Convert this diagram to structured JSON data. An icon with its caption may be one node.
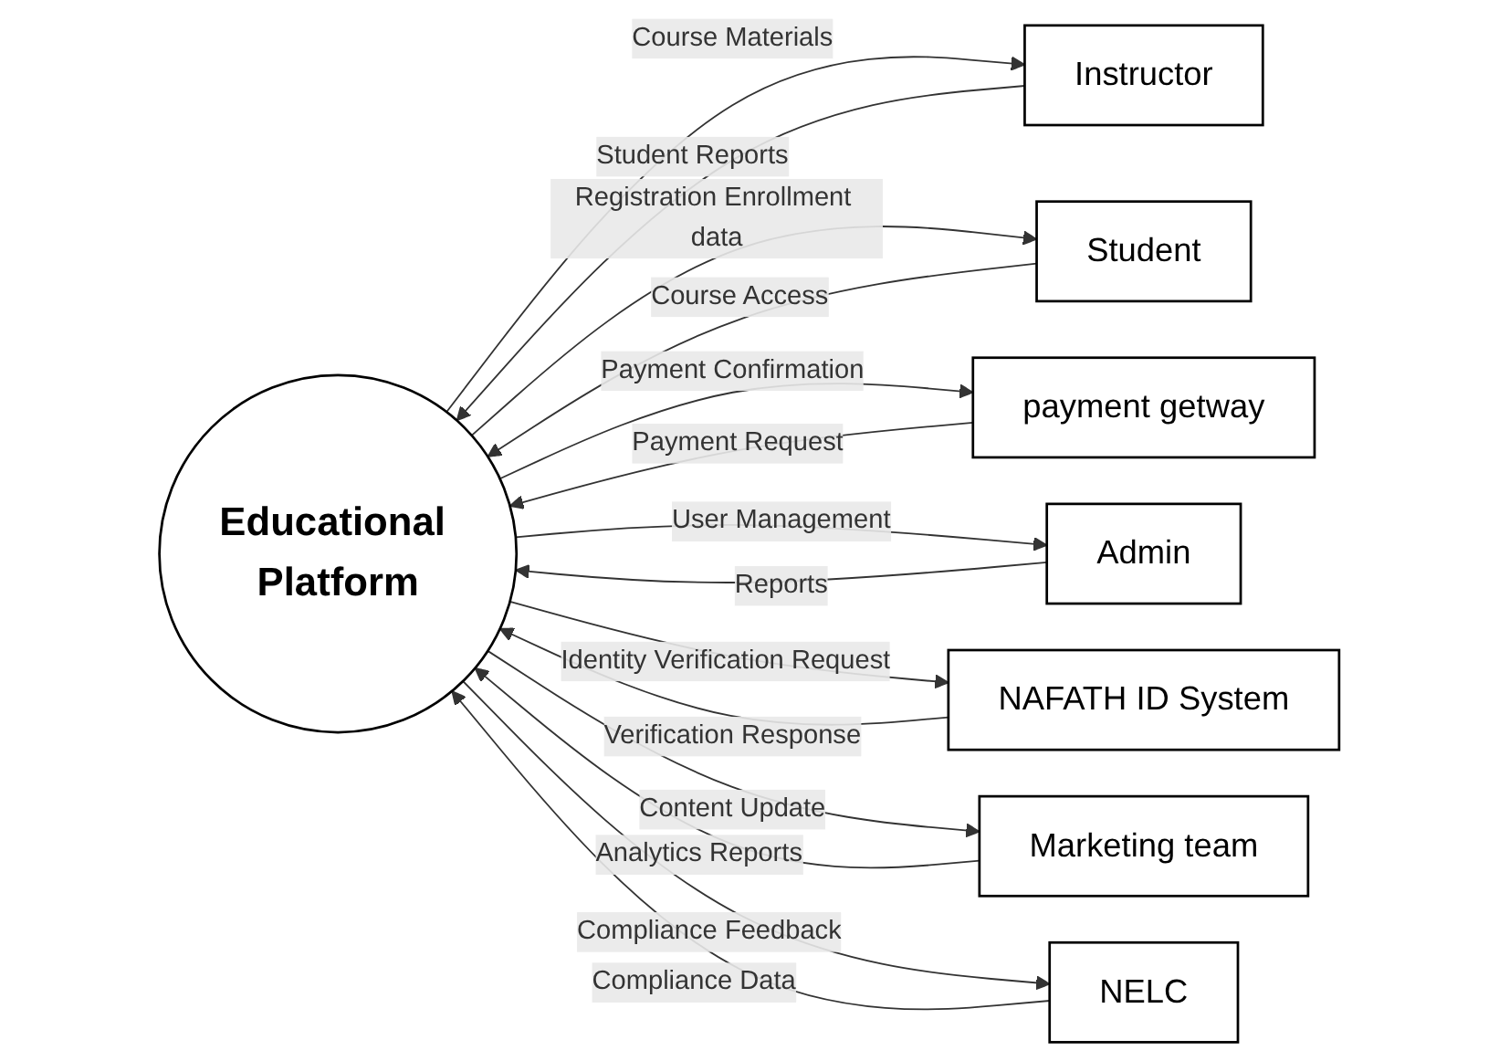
{
  "diagram": {
    "nodes": [
      {
        "text": [
          "Educational Platform"
        ]
      },
      {
        "text": [
          "Instructor"
        ]
      },
      {
        "text": [
          "Student"
        ]
      },
      {
        "text": [
          "payment getway"
        ]
      },
      {
        "text": [
          "Admin"
        ]
      },
      {
        "text": [
          "NAFATH ID System"
        ]
      },
      {
        "text": [
          "Marketing team"
        ]
      },
      {
        "text": [
          "NELC"
        ]
      }
    ],
    "edges": [
      {
        "from": 0,
        "to": 1,
        "arrow": "to",
        "label": "Course Materials"
      },
      {
        "from": 1,
        "to": 0,
        "arrow": "to",
        "label": "Student Reports"
      },
      {
        "from": 0,
        "to": 2,
        "arrow": "to",
        "label": "Registration Enrollment data"
      },
      {
        "from": 2,
        "to": 0,
        "arrow": "to",
        "label": "Course Access"
      },
      {
        "from": 3,
        "to": 0,
        "arrow": "to",
        "label": "Payment Request"
      },
      {
        "from": 0,
        "to": 3,
        "arrow": "to",
        "label": "Payment Confirmation"
      },
      {
        "from": 0,
        "to": 4,
        "arrow": "to",
        "label": "User Management"
      },
      {
        "from": 4,
        "to": 0,
        "arrow": "to",
        "label": "Reports"
      },
      {
        "from": 5,
        "to": 0,
        "arrow": "to",
        "label": "Verification Response"
      },
      {
        "from": 0,
        "to": 5,
        "arrow": "to",
        "label": "Identity Verification Request"
      },
      {
        "from": 0,
        "to": 6,
        "arrow": "to",
        "label": "Content Update"
      },
      {
        "from": 6,
        "to": 0,
        "arrow": "to",
        "label": "Analytics Reports"
      },
      {
        "from": 7,
        "to": 0,
        "arrow": "to",
        "label": "Compliance Data"
      },
      {
        "from": 0,
        "to": 7,
        "arrow": "to",
        "label": "Compliance Feedback"
      }
    ]
  }
}
